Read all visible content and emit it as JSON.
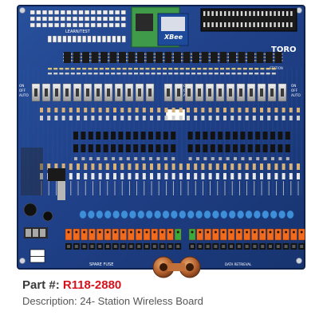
{
  "product": {
    "brand_marking": "TORO",
    "module_marking": "XBee",
    "button_label": "LEARN/TEST",
    "spare_fuse_label": "SPARE FUSE",
    "data_retrieval_label": "DATA RETRIEVAL",
    "station_marking": "STATION",
    "switch_labels": {
      "on": "ON",
      "off": "OFF",
      "auto": "AUTO"
    },
    "colors": {
      "board": "#1f3f86",
      "terminal_orange": "#f26a1b",
      "terminal_green": "#3aaa3a",
      "capacitor_blue": "#3f8fd8",
      "part_number": "#d8101a"
    }
  },
  "caption": {
    "part_label": "Part #:",
    "part_number": "R118-2880",
    "description_label": "Description:",
    "description": "24- Station Wireless Board"
  }
}
